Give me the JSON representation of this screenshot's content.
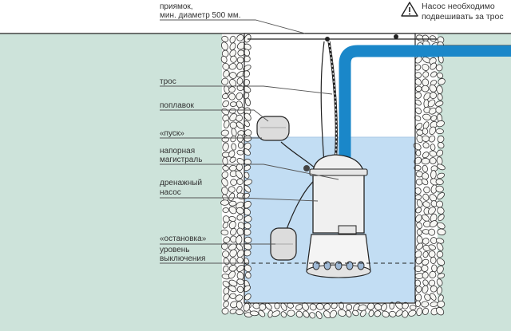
{
  "colors": {
    "ground": "#cde3da",
    "water": "#c2ddf3",
    "water_line": "#a9c8e6",
    "pipe": "#1a87c9",
    "stone_fill": "#f6f6f3",
    "stone_stroke": "#333333",
    "line": "#222222",
    "label_line": "#555555",
    "float_fill": "#dcdcdc",
    "pump_fill": "#f0f0f0"
  },
  "labels": {
    "pit_line1": "приямок,",
    "pit_line2": "мин. диаметр 500 мм.",
    "rope": "трос",
    "float": "поплавок",
    "start": "«пуск»",
    "pressure_line1": "напорная",
    "pressure_line2": "магистраль",
    "pump_line1": "дренажный",
    "pump_line2": "насос",
    "stop": "«остановка»",
    "level_line1": "уровень",
    "level_line2": "выключения"
  },
  "warning": {
    "line1": "Насос необходимо",
    "line2": "подвешивать за трос",
    "icon": "warning-triangle-icon"
  }
}
